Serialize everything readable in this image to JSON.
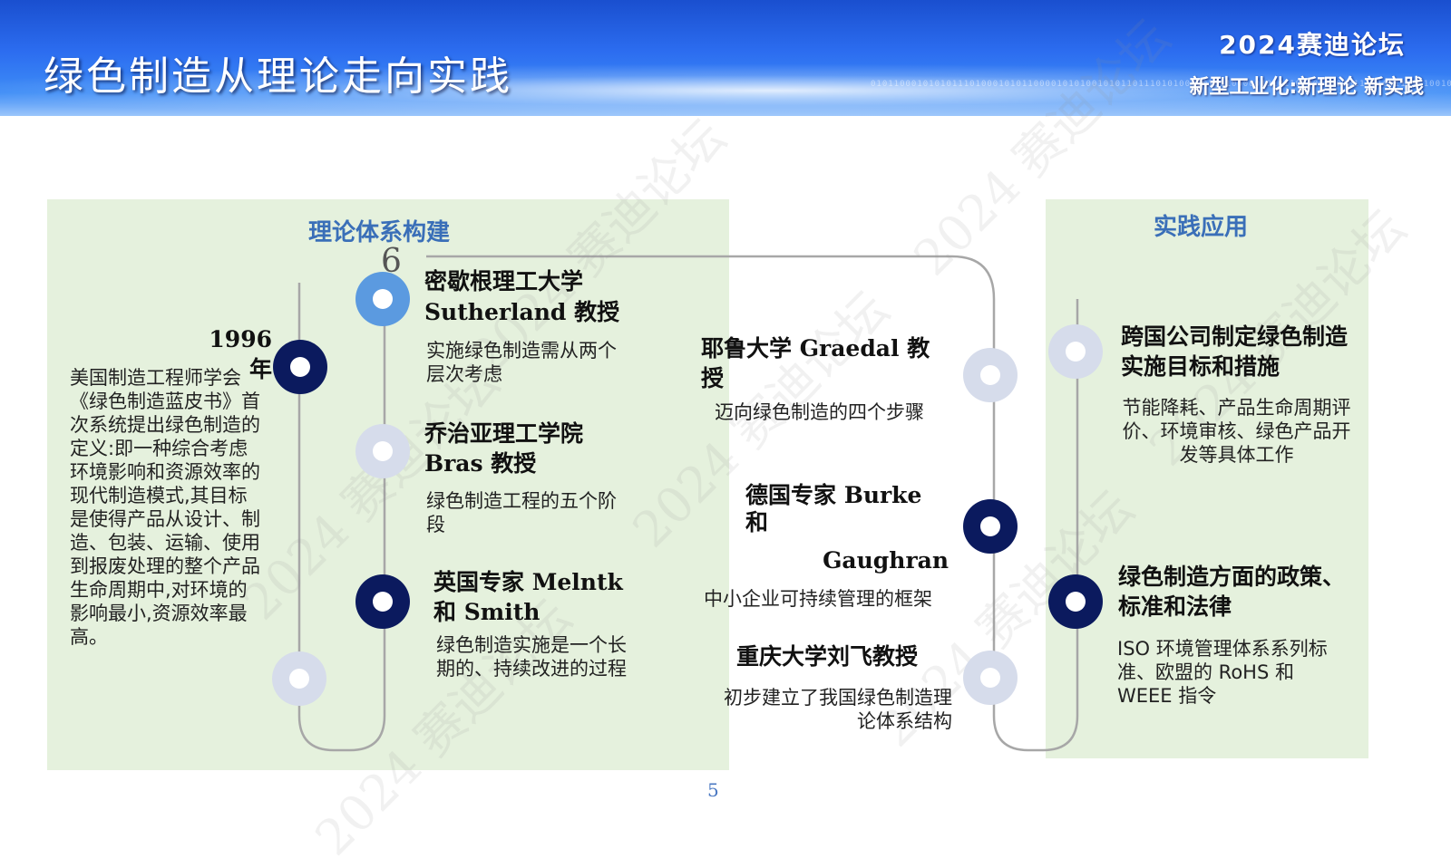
{
  "header": {
    "title": "绿色制造从理论走向实践",
    "forum": "2024赛迪论坛",
    "slogan": "新型工业化:新理论 新实践",
    "binary": "0101100010101011101000101011000010101001010110111010100010101100000101011000010101011101001101010010101001010110100001011010100110110000101011010111101010001010110100101010011011000010101"
  },
  "watermark": "2024 赛迪论坛",
  "theory": {
    "title": "理论体系构建",
    "y1996": {
      "head": "1996 年",
      "desc": "美国制造工程师学会《绿色制造蓝皮书》首次系统提出绿色制造的定义:即一种综合考虑环境影响和资源效率的现代制造模式,其目标是使得产品从设计、制造、包装、运输、使用到报废处理的整个产品生命周期中,对环境的影响最小,资源效率最高。"
    },
    "michigan": {
      "num": "6",
      "head1": "密歇根理工大学",
      "head2": "Sutherland 教授",
      "desc": "实施绿色制造需从两个层次考虑"
    },
    "georgia": {
      "head1": "乔治亚理工学院",
      "head2": "Bras 教授",
      "desc": "绿色制造工程的五个阶段"
    },
    "uk": {
      "head1": "英国专家 Melntk",
      "head2": "和  Smith",
      "desc": "绿色制造实施是一个长期的、持续改进的过程"
    }
  },
  "middle": {
    "yale": {
      "head": "耶鲁大学 Graedal 教授",
      "desc": "迈向绿色制造的四个步骤"
    },
    "germany": {
      "head1": "德国专家 Burke",
      "head2": "和",
      "head3": "Gaughran",
      "desc": "中小企业可持续管理的框架"
    },
    "chongqing": {
      "head": "重庆大学刘飞教授",
      "desc": "初步建立了我国绿色制造理论体系结构"
    }
  },
  "practice": {
    "title": "实践应用",
    "multinational": {
      "head": "跨国公司制定绿色制造实施目标和措施",
      "desc": "节能降耗、产品生命周期评价、环境审核、绿色产品开发等具体工作"
    },
    "policy": {
      "head": "绿色制造方面的政策、标准和法律",
      "desc": "ISO 环境管理体系系列标准、欧盟的 RoHS 和 WEEE 指令"
    }
  },
  "page_number": "5",
  "colors": {
    "dark_node": "#0b1a5e",
    "blue_node": "#5b9ae0",
    "light_node": "#d6dceb",
    "panel": "#e5f1dd",
    "accent": "#3a6fb8"
  }
}
